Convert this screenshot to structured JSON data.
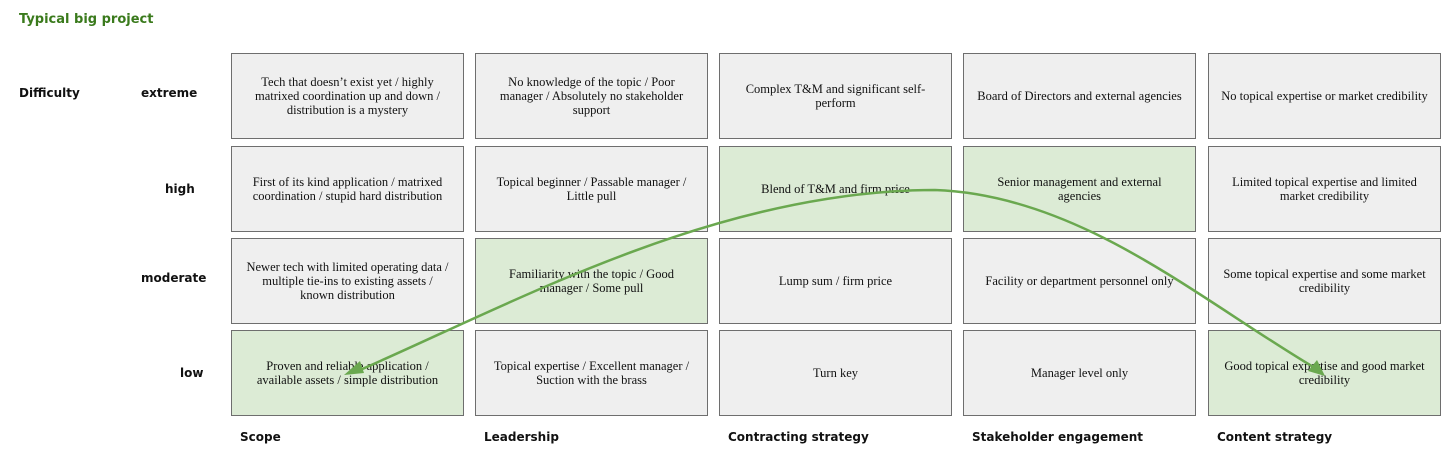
{
  "title": "Typical big project",
  "axis_label": "Difficulty",
  "rows": [
    "extreme",
    "high",
    "moderate",
    "low"
  ],
  "columns": [
    "Scope",
    "Leadership",
    "Contracting strategy",
    "Stakeholder engagement",
    "Content strategy"
  ],
  "cells": [
    [
      "Tech that doesn’t exist yet / highly matrixed coordination up and down / distribution is a mystery",
      "No knowledge of the topic / Poor manager / Absolutely no stakeholder support",
      "Complex T&M and significant self-perform",
      "Board of Directors and external agencies",
      "No topical expertise or market credibility"
    ],
    [
      "First of its kind application / matrixed coordination / stupid hard distribution",
      "Topical beginner / Passable manager / Little pull",
      "Blend of T&M and firm price",
      "Senior management and external agencies",
      "Limited topical expertise and limited market credibility"
    ],
    [
      "Newer tech with limited operating data / multiple tie-ins to existing assets / known distribution",
      "Familiarity with the topic / Good manager / Some pull",
      "Lump sum / firm price",
      "Facility or department personnel only",
      "Some topical expertise and some market credibility"
    ],
    [
      "Proven and reliable application / available assets / simple distribution",
      "Topical expertise / Excellent manager / Suction with the brass",
      "Turn key",
      "Manager level only",
      "Good topical expertise and good market credibility"
    ]
  ],
  "highlighted": [
    {
      "row": 3,
      "col": 0
    },
    {
      "row": 2,
      "col": 1
    },
    {
      "row": 1,
      "col": 2
    },
    {
      "row": 1,
      "col": 3
    },
    {
      "row": 3,
      "col": 4
    }
  ],
  "colors": {
    "title": "#3a7a1c",
    "highlight_fill": "#dcebd5",
    "cell_fill": "#efefef",
    "cell_border": "#6e6e6e",
    "arrow": "#6aa84f"
  }
}
